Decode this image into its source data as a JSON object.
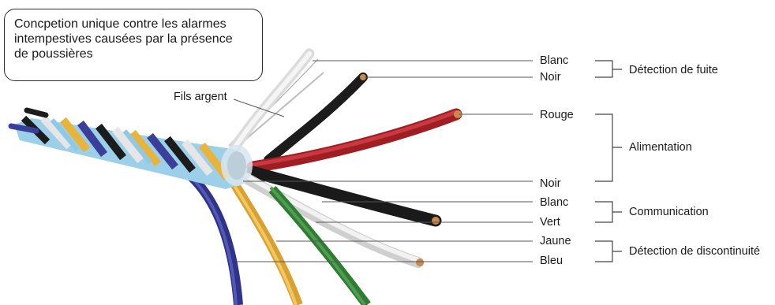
{
  "callout": {
    "lines": [
      "Concpetion unique contre les alarmes",
      "intempestives causées par la présence",
      "de poussières"
    ]
  },
  "fils_argent_label": "Fils argent",
  "wire_labels": {
    "blanc_1": "Blanc",
    "noir_1": "Noir",
    "rouge": "Rouge",
    "noir_2": "Noir",
    "blanc_2": "Blanc",
    "vert": "Vert",
    "jaune": "Jaune",
    "bleu": "Bleu"
  },
  "groups": {
    "detection_fuite": "Détection de fuite",
    "alimentation": "Alimentation",
    "communication": "Communication",
    "detection_discontinuite": "Détection de discontinuité"
  },
  "colors": {
    "blanc": "#e6e6e6",
    "noir": "#1c1c1c",
    "rouge": "#b5242a",
    "vert": "#2f7d32",
    "jaune": "#e9b43c",
    "bleu": "#3a3f9a",
    "bleu_clair": "#8ec9e6",
    "cuivre": "#c98a4b"
  }
}
